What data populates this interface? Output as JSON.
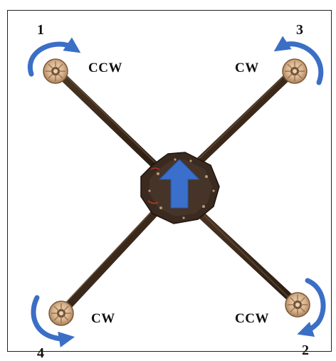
{
  "motors": [
    {
      "id": "motor-1",
      "number": "1",
      "direction": "CCW"
    },
    {
      "id": "motor-2",
      "number": "2",
      "direction": "CCW"
    },
    {
      "id": "motor-3",
      "number": "3",
      "direction": "CW"
    },
    {
      "id": "motor-4",
      "number": "4",
      "direction": "CW"
    }
  ],
  "colors": {
    "rotation_arrow": "#3b6fc6",
    "heading_arrow": "#3a6fcc",
    "arm": "#3b2a1c",
    "frame_plate": "#3a2a20",
    "motor_bell": "#d8b48e"
  },
  "icons": {
    "rotation": "curved-arrow-icon",
    "heading": "forward-arrow-icon"
  }
}
